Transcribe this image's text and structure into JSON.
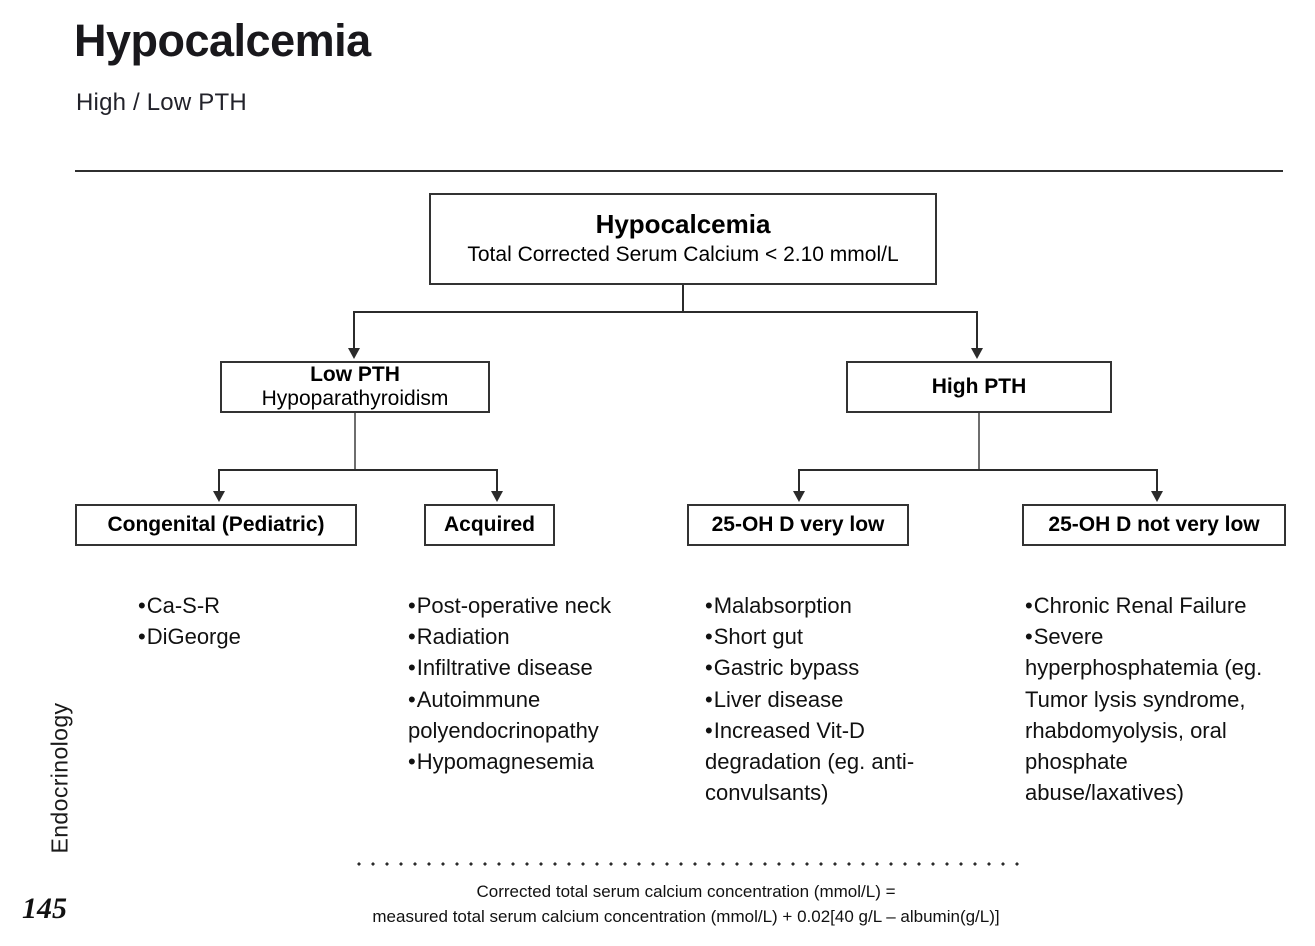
{
  "header": {
    "title": "Hypocalcemia",
    "subtitle": "High / Low PTH"
  },
  "sidebar": {
    "section_label": "Endocrinology",
    "page_number": "145"
  },
  "flowchart": {
    "root": {
      "title": "Hypocalcemia",
      "subtitle": "Total Corrected Serum Calcium < 2.10 mmol/L"
    },
    "branches": [
      {
        "title": "Low PTH",
        "subtitle": "Hypoparathyroidism"
      },
      {
        "title": "High PTH",
        "subtitle": ""
      }
    ],
    "leaves": [
      {
        "title": "Congenital (Pediatric)"
      },
      {
        "title": "Acquired"
      },
      {
        "title": "25-OH D very low"
      },
      {
        "title": "25-OH D not very low"
      }
    ]
  },
  "causes": {
    "congenital": [
      "Ca-S-R",
      "DiGeorge"
    ],
    "acquired": [
      "Post-operative neck",
      "Radiation",
      "Infiltrative disease",
      "Autoimmune polyendocrinopathy",
      "Hypomagnesemia"
    ],
    "vitd_very_low": [
      "Malabsorption",
      "Short gut",
      "Gastric bypass",
      "Liver disease",
      "Increased Vit-D degradation (eg. anti-convulsants)"
    ],
    "vitd_not_very_low": [
      "Chronic Renal Failure",
      "Severe hyperphosphatemia (eg. Tumor lysis syndrome, rhabdomyolysis, oral phosphate abuse/laxatives)"
    ]
  },
  "footnote": {
    "line1": "Corrected total serum calcium concentration (mmol/L)  =",
    "line2": "measured total serum calcium concentration (mmol/L) + 0.02[40 g/L – albumin(g/L)]"
  },
  "colors": {
    "box_border": "#333333",
    "connector": "#2b2b2b",
    "text": "#111111",
    "rule": "#2f2f2f"
  }
}
